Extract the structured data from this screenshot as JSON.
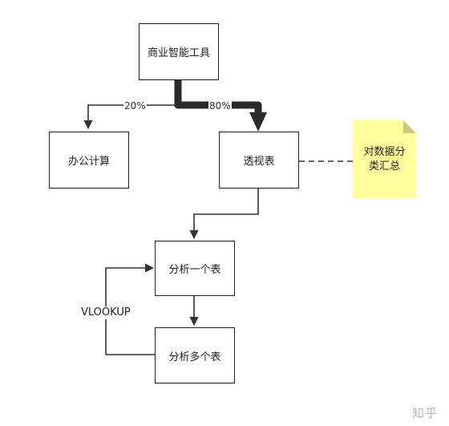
{
  "nodes": {
    "bi_tools": "商业智能工具",
    "office_calc": "办公计算",
    "pivot_table": "透视表",
    "analyze_one": "分析一个表",
    "analyze_many": "分析多个表"
  },
  "note": {
    "text": "对数据分类汇总",
    "color": "#ffff9e"
  },
  "edges": {
    "to_office_label": "20%",
    "to_pivot_label": "80%",
    "vlookup_label": "VLOOKUP"
  },
  "watermark": "知乎"
}
